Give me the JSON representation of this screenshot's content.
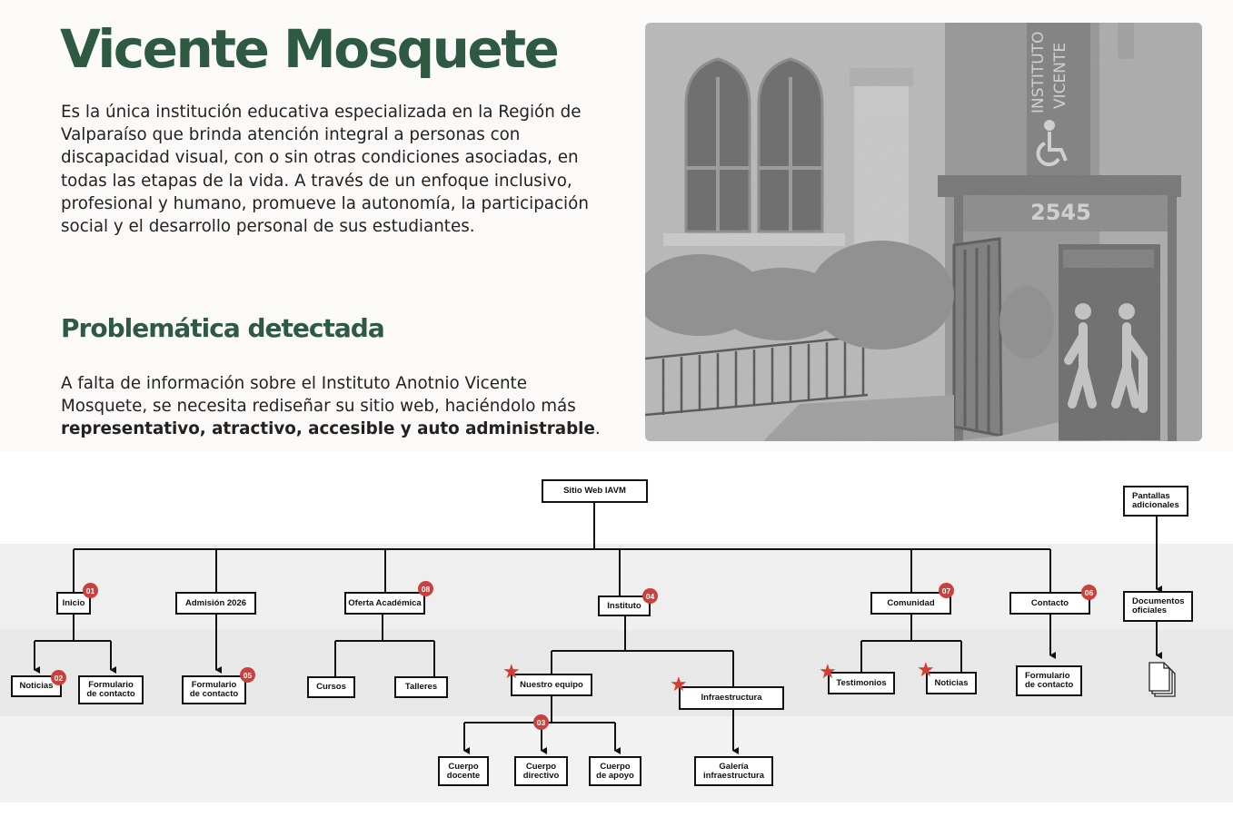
{
  "header": {
    "title": "Vicente Mosquete",
    "intro": "Es la única institución educativa especializada en la Región de Valparaíso que brinda atención integral a personas con discapacidad visual, con o sin otras condiciones asociadas, en todas las etapas de la vida. A través de un enfoque inclusivo, profesional y humano, promueve la autonomía, la participación social y el desarrollo personal de sus estudiantes.",
    "subtitle": "Problemática detectada",
    "problem_text": "A falta de información sobre el Instituto Anotnio Vicente Mosquete, se necesita rediseñar su sitio web, haciéndolo más ",
    "problem_bold": "representativo, atractivo, accesible y auto administrable",
    "problem_end": "."
  },
  "illustration": {
    "sign_line1": "INSTITUTO",
    "sign_line2": "VICENTE",
    "number": "2545"
  },
  "sitemap": {
    "root": "Sitio Web IAVM",
    "extra": "Pantallas\nadicionales",
    "documents": "Documentos\noficiales",
    "sections": {
      "inicio": "Inicio",
      "admision": "Admisión 2026",
      "oferta": "Oferta Académica",
      "instituto": "Instituto",
      "comunidad": "Comunidad",
      "contacto": "Contacto"
    },
    "children": {
      "inicio_noticias": "Noticias",
      "inicio_formulario": "Formulario\nde contacto",
      "admision_formulario": "Formulario\nde contacto",
      "cursos": "Cursos",
      "talleres": "Talleres",
      "nuestro_equipo": "Nuestro equipo",
      "infraestructura": "Infraestructura",
      "testimonios": "Testimonios",
      "comunidad_noticias": "Noticias",
      "contacto_formulario": "Formulario\nde contacto",
      "cuerpo_docente": "Cuerpo\ndocente",
      "cuerpo_directivo": "Cuerpo\ndirectivo",
      "cuerpo_apoyo": "Cuerpo\nde apoyo",
      "galeria": "Galería\ninfraestructura"
    },
    "badges": {
      "inicio": "01",
      "noticias": "02",
      "equipo": "03",
      "instituto": "04",
      "admision_form": "05",
      "contacto": "06",
      "comunidad": "07",
      "oferta": "08"
    },
    "colors": {
      "badge": "#c8413d",
      "star": "#d83a30",
      "title": "#2e5943"
    }
  }
}
